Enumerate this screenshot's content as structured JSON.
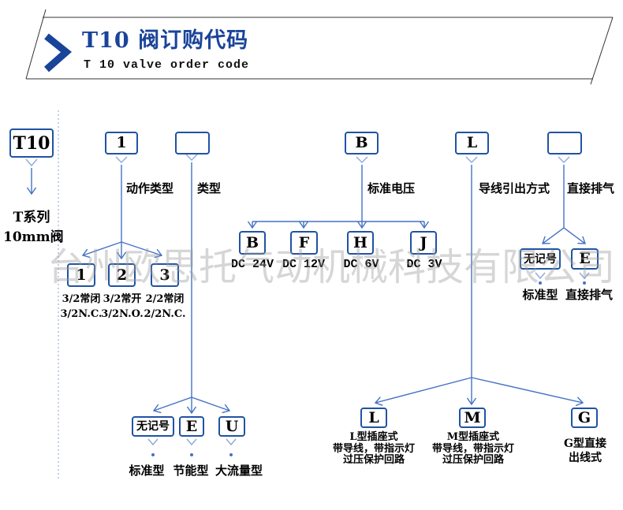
{
  "colors": {
    "accent_blue": "#1a449a",
    "box_border_blue": "#2053a4",
    "line_blue": "#4472c4",
    "watermark_gray": "#9e9e9e"
  },
  "header": {
    "title": "T10 阀订购代码",
    "subtitle": "T 10 valve order code"
  },
  "watermark": {
    "text": "台州欧思托气动机械科技有限公司"
  },
  "diagram": {
    "root": {
      "code": "T10",
      "desc_line1": "T系列",
      "desc_line2": "10mm阀"
    },
    "positions": [
      {
        "code": "1",
        "category": "动作类型"
      },
      {
        "code": "",
        "category": "类型"
      },
      {
        "code": "B",
        "category": "标准电压"
      },
      {
        "code": "L",
        "category": "导线引出方式"
      },
      {
        "code": "",
        "category": "直接排气"
      }
    ],
    "action_type_options": [
      {
        "code": "1",
        "label_cn": "3/2常闭",
        "label_en": "3/2N.C."
      },
      {
        "code": "2",
        "label_cn": "3/2常开",
        "label_en": "3/2N.O."
      },
      {
        "code": "3",
        "label_cn": "2/2常闭",
        "label_en": "2/2N.C."
      }
    ],
    "type_options": [
      {
        "code": "无记号",
        "label": "标准型"
      },
      {
        "code": "E",
        "label": "节能型"
      },
      {
        "code": "U",
        "label": "大流量型"
      }
    ],
    "voltage_options": [
      {
        "code": "B",
        "label": "DC 24V"
      },
      {
        "code": "F",
        "label": "DC 12V"
      },
      {
        "code": "H",
        "label": "DC 6V"
      },
      {
        "code": "J",
        "label": "DC 3V"
      }
    ],
    "lead_options": [
      {
        "code": "L",
        "lines": [
          "L型插座式",
          "带导线，带指示灯",
          "过压保护回路"
        ]
      },
      {
        "code": "M",
        "lines": [
          "M型插座式",
          "带导线，带指示灯",
          "过压保护回路"
        ]
      },
      {
        "code": "G",
        "lines": [
          "G型直接",
          "出线式"
        ]
      }
    ],
    "exhaust_options": [
      {
        "code": "无记号",
        "label": "标准型"
      },
      {
        "code": "E",
        "label": "直接排气"
      }
    ]
  }
}
